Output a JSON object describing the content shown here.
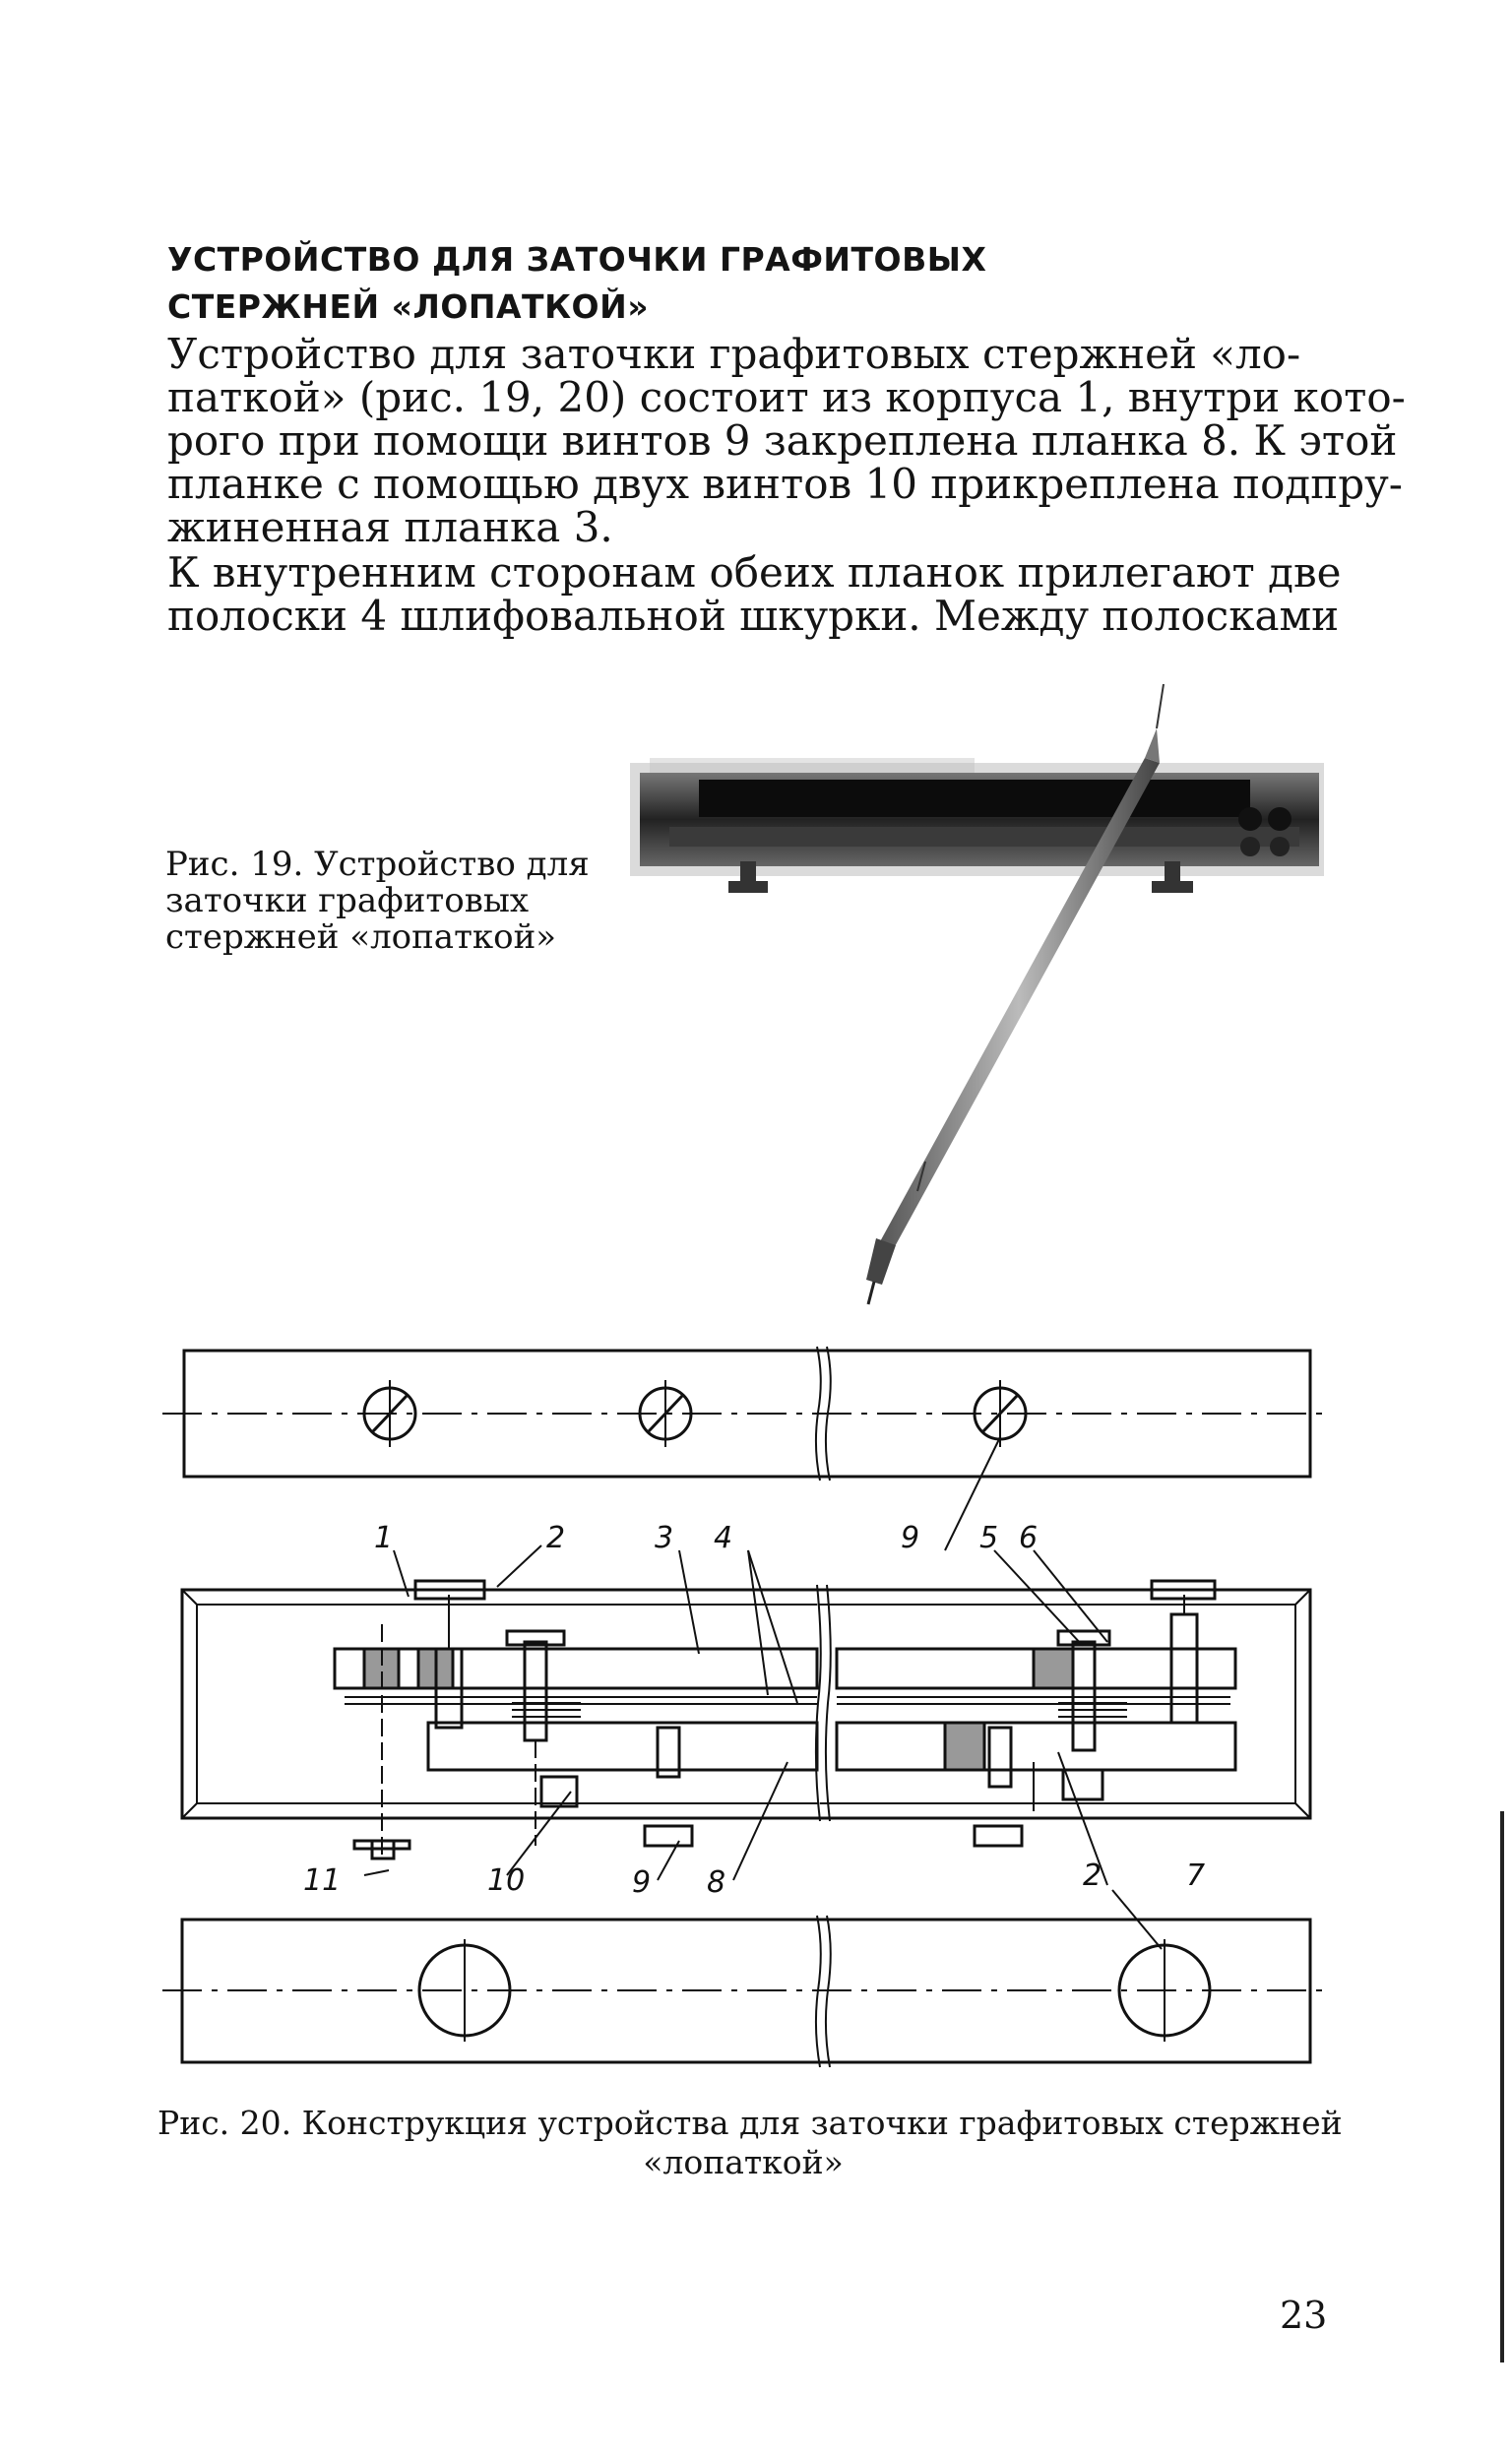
{
  "heading": {
    "line1": "УСТРОЙСТВО ДЛЯ ЗАТОЧКИ ГРАФИТОВЫХ",
    "line2": "СТЕРЖНЕЙ «ЛОПАТКОЙ»"
  },
  "paragraph1": [
    "Устройство для заточки графитовых стержней «ло-",
    "паткой» (рис. 19, 20) состоит из корпуса 1, внутри кото-",
    "рого при помощи винтов 9 закреплена планка 8. К этой",
    "планке с помощью двух винтов 10 прикреплена подпру-",
    "жиненная планка 3."
  ],
  "paragraph2": [
    "К внутренним сторонам обеих планок прилегают две",
    "полоски 4 шлифовальной шкурки. Между полосками"
  ],
  "figure19": {
    "caption": [
      "Рис. 19. Устройство для",
      "заточки графитовых",
      "стержней «лопаткой»"
    ]
  },
  "figure20": {
    "callouts": {
      "c1": "1",
      "c2": "2",
      "c3": "3",
      "c4": "4",
      "c9a": "9",
      "c5": "5",
      "c6": "6",
      "c11": "11",
      "c10": "10",
      "c9b": "9",
      "c8": "8",
      "c2b": "2",
      "c7": "7"
    },
    "caption": [
      "Рис. 20. Конструкция устройства для заточки графитовых стержней",
      "«лопаткой»"
    ]
  },
  "page_number": "23"
}
